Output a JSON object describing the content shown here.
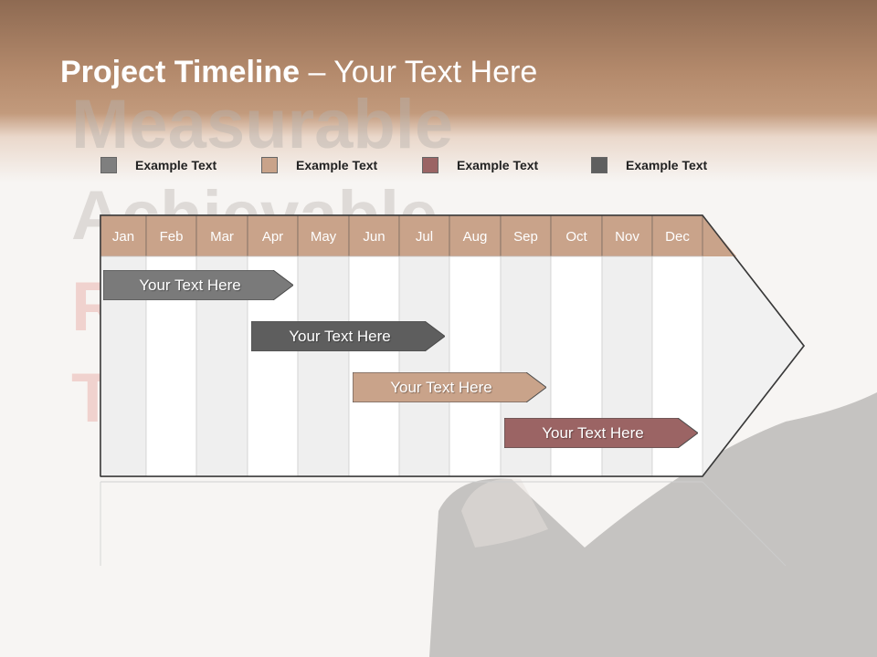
{
  "title": {
    "bold": "Project Timeline",
    "rest": " – Your Text Here"
  },
  "background_words": [
    "Measurable",
    "Achievable",
    "R",
    "T"
  ],
  "legend": [
    {
      "label": "Example Text",
      "color": "#7f7f7f"
    },
    {
      "label": "Example Text",
      "color": "#c9a38a"
    },
    {
      "label": "Example Text",
      "color": "#9b6464"
    },
    {
      "label": "Example Text",
      "color": "#5f5f5f"
    }
  ],
  "months": [
    "Jan",
    "Feb",
    "Mar",
    "Apr",
    "May",
    "Jun",
    "Jul",
    "Aug",
    "Sep",
    "Oct",
    "Nov",
    "Dec"
  ],
  "tasks": [
    {
      "label": "Your  Text Here",
      "start": "Jan",
      "end": "Apr",
      "color": "#7a7a7a"
    },
    {
      "label": "Your  Text Here",
      "start": "Apr",
      "end": "Jul",
      "color": "#5e5e5e"
    },
    {
      "label": "Your  Text Here",
      "start": "Jun",
      "end": "Sep",
      "color": "#c9a38a"
    },
    {
      "label": "Your  Text Here",
      "start": "Sep",
      "end": "Dec",
      "color": "#9b6464"
    }
  ],
  "colors": {
    "month_header": "#c9a38a",
    "stripe": "#efefef",
    "cell": "#ffffff"
  }
}
